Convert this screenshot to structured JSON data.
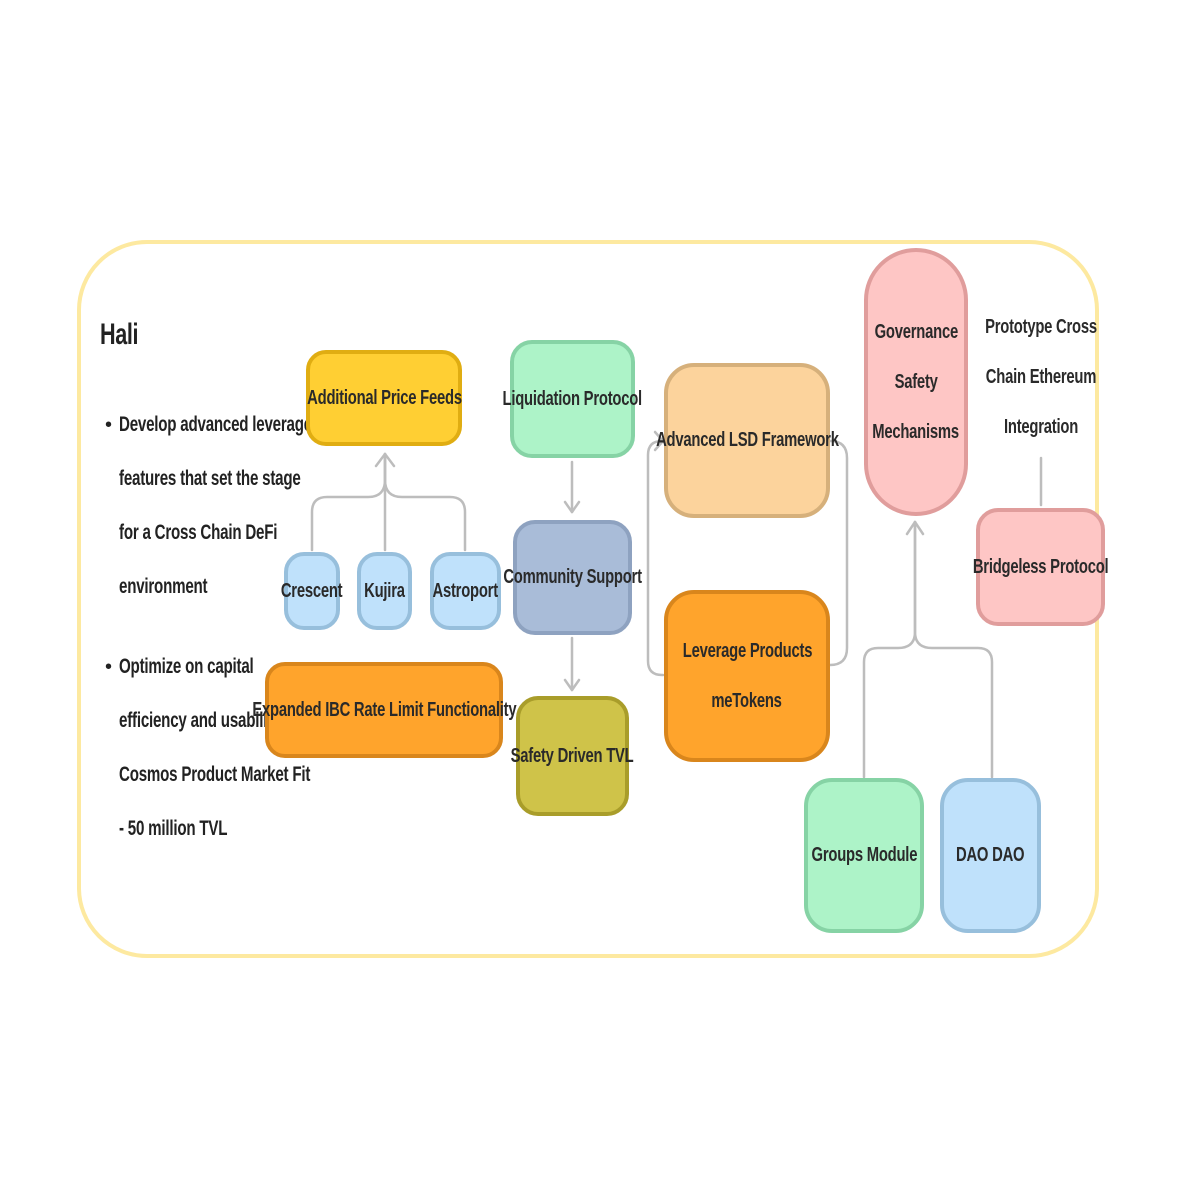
{
  "panel": {
    "title": "Hali",
    "bullets": [
      [
        "Develop advanced leverage",
        "features that set the stage",
        "for a Cross Chain DeFi",
        "environment"
      ],
      [
        "Optimize on capital",
        "efficiency and usability for",
        "Cosmos Product Market Fit",
        "- 50 million TVL"
      ]
    ]
  },
  "nodes": {
    "price_feeds": {
      "label": "Additional Price Feeds",
      "fill": "#ffcf33",
      "border": "#e0ad12"
    },
    "crescent": {
      "label": "Crescent",
      "fill": "#bfe1fb",
      "border": "#97bfdc"
    },
    "kujira": {
      "label": "Kujira",
      "fill": "#bfe1fb",
      "border": "#97bfdc"
    },
    "astroport": {
      "label": "Astroport",
      "fill": "#bfe1fb",
      "border": "#97bfdc"
    },
    "ibc_rate_limit": {
      "label": "Expanded IBC Rate Limit Functionality",
      "fill": "#ffa42c",
      "border": "#d9861c"
    },
    "liquidation": {
      "label": "Liquidation Protocol",
      "fill": "#adf3c8",
      "border": "#86d3a5"
    },
    "community": {
      "label": "Community Support",
      "fill": "#a9bcd8",
      "border": "#8ea2c0"
    },
    "safety_tvl": {
      "label": "Safety Driven TVL",
      "fill": "#cfc349",
      "border": "#a99d2a"
    },
    "lsd": {
      "label": "Advanced LSD Framework",
      "fill": "#fcd39c",
      "border": "#d6b07b"
    },
    "leverage": {
      "lines": [
        "Leverage Products",
        "meTokens"
      ],
      "fill": "#ffa42c",
      "border": "#d9861c"
    },
    "governance": {
      "lines": [
        "Governance",
        "Safety",
        "Mechanisms"
      ],
      "fill": "#fec6c5",
      "border": "#e09d9c"
    },
    "prototype": {
      "lines": [
        "Prototype Cross",
        "Chain Ethereum",
        "Integration"
      ]
    },
    "bridgeless": {
      "label": "Bridgeless Protocol",
      "fill": "#fec6c5",
      "border": "#e09d9c"
    },
    "groups": {
      "label": "Groups Module",
      "fill": "#adf3c8",
      "border": "#86d3a5"
    },
    "daodao": {
      "label": "DAO DAO",
      "fill": "#bfe1fb",
      "border": "#97bfdc"
    }
  },
  "colors": {
    "frame": "#fde9a0",
    "connector": "#bdbdbd",
    "text": "#2a2a2a"
  }
}
